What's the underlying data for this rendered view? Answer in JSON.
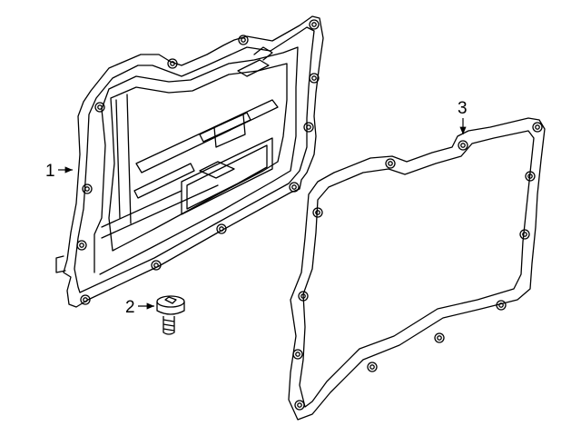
{
  "callouts": [
    {
      "id": "1",
      "label": "1"
    },
    {
      "id": "2",
      "label": "2"
    },
    {
      "id": "3",
      "label": "3"
    }
  ],
  "colors": {
    "stroke": "#000000",
    "background": "#ffffff"
  },
  "icons": {
    "part-1": "oil-pan-icon",
    "part-2": "bolt-icon",
    "part-3": "gasket-icon"
  }
}
